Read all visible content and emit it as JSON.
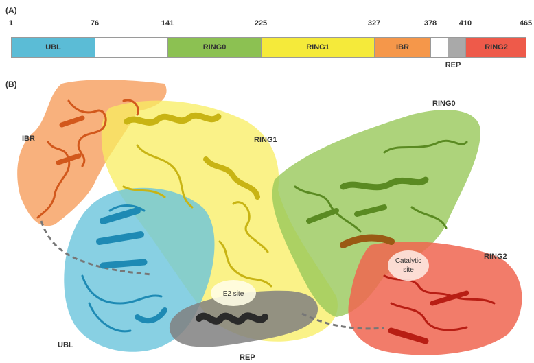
{
  "panel_a_label": "(A)",
  "panel_b_label": "(B)",
  "ticks": [
    "1",
    "76",
    "141",
    "225",
    "327",
    "378",
    "410",
    "465"
  ],
  "domains": [
    {
      "label": "UBL",
      "color": "#5bbcd6"
    },
    {
      "label": "",
      "color": "#ffffff"
    },
    {
      "label": "RING0",
      "color": "#8cc152"
    },
    {
      "label": "RING1",
      "color": "#f5ea3a"
    },
    {
      "label": "IBR",
      "color": "#f5974a"
    },
    {
      "label": "",
      "color": "#ffffff"
    },
    {
      "label": "",
      "color": "#a9a9a9"
    },
    {
      "label": "RING2",
      "color": "#ee5a4a"
    }
  ],
  "rep_label": "REP",
  "structure": {
    "ibr": "IBR",
    "ring1": "RING1",
    "ring0": "RING0",
    "ring2": "RING2",
    "ubl": "UBL",
    "rep": "REP",
    "e2_site": "E2 site",
    "catalytic_site_line1": "Catalytic",
    "catalytic_site_line2": "site"
  }
}
